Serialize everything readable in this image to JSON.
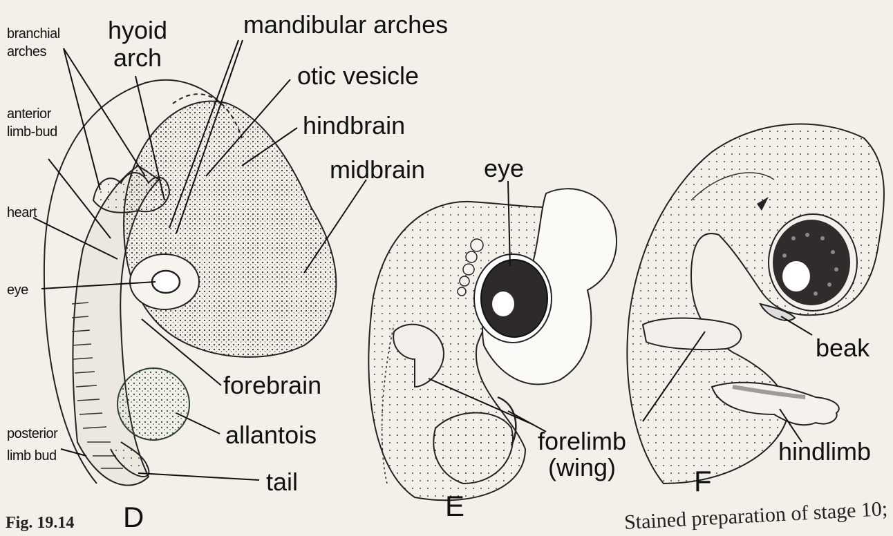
{
  "labels": {
    "branchial_arches": [
      "branchial",
      "arches"
    ],
    "hyoid_arch": [
      "hyoid",
      "arch"
    ],
    "mandibular_arches": "mandibular arches",
    "otic_vesicle": "otic vesicle",
    "hindbrain": "hindbrain",
    "midbrain": "midbrain",
    "anterior_limb_bud": [
      "anterior",
      "limb-bud"
    ],
    "heart": "heart",
    "eye_d": "eye",
    "forebrain": "forebrain",
    "allantois": "allantois",
    "posterior_limb_bud": [
      "posterior",
      "limb bud"
    ],
    "tail": "tail",
    "eye_e": "eye",
    "forelimb": [
      "forelimb",
      "(wing)"
    ],
    "beak": "beak",
    "hindlimb": "hindlimb"
  },
  "panels": [
    "D",
    "E",
    "F"
  ],
  "caption": {
    "figure_number": "Fig. 19.14",
    "text": "Stained preparation of stage 10;"
  }
}
